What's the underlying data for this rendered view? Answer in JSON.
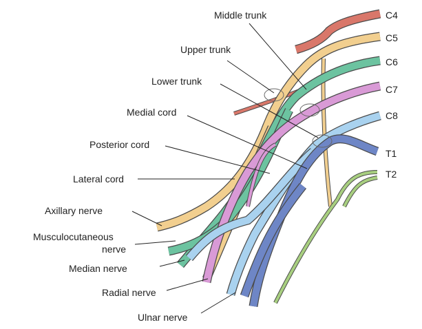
{
  "roots": [
    {
      "label": "C4",
      "color": "#d9776a"
    },
    {
      "label": "C5",
      "color": "#f2cf8f"
    },
    {
      "label": "C6",
      "color": "#6cc3a0"
    },
    {
      "label": "C7",
      "color": "#d99ad6"
    },
    {
      "label": "C8",
      "color": "#a9d2ef"
    },
    {
      "label": "T1",
      "color": "#6e86c6"
    },
    {
      "label": "T2",
      "color": "#a8cf80"
    }
  ],
  "labels": {
    "middle_trunk": "Middle trunk",
    "upper_trunk": "Upper trunk",
    "lower_trunk": "Lower trunk",
    "medial_cord": "Medial cord",
    "posterior_cord": "Posterior cord",
    "lateral_cord": "Lateral cord",
    "axillary_nerve": "Axillary nerve",
    "musculocutaneous_line1": "Musculocutaneous",
    "musculocutaneous_line2": "nerve",
    "median_nerve": "Median nerve",
    "radial_nerve": "Radial nerve",
    "ulnar_nerve": "Ulnar nerve"
  }
}
